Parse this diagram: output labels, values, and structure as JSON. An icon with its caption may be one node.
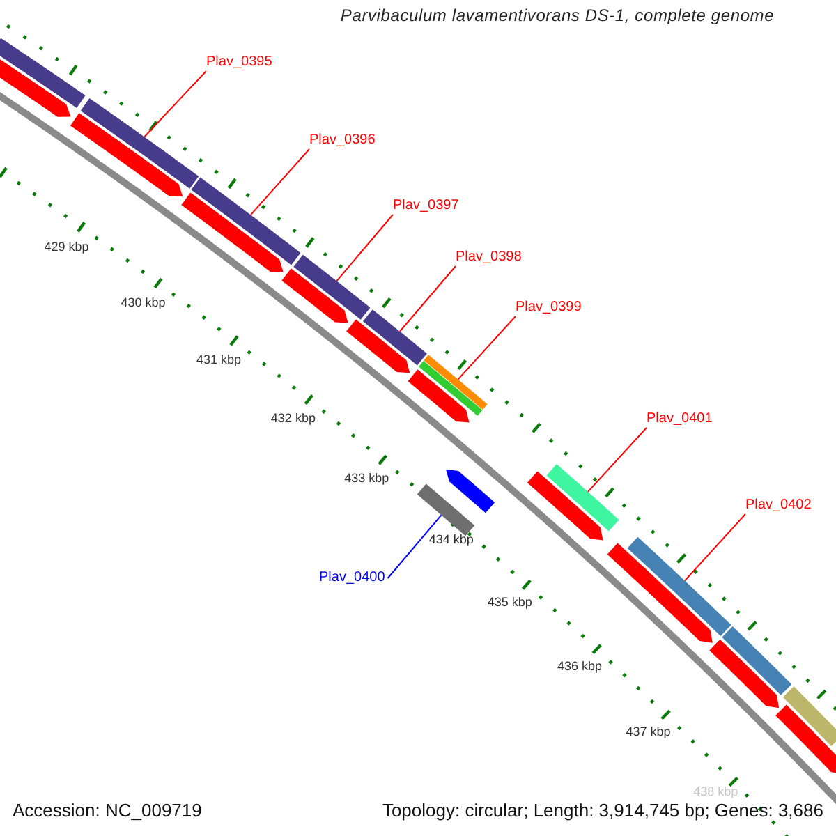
{
  "diagram": {
    "title": "Parvibaculum lavamentivorans DS-1, complete genome",
    "nodes": [
      {
        "text": [
          "Plav_0395"
        ]
      },
      {
        "text": [
          "Plav_0396"
        ]
      },
      {
        "text": [
          "Plav_0397"
        ]
      },
      {
        "text": [
          "Plav_0398"
        ]
      },
      {
        "text": [
          "Plav_0399"
        ]
      },
      {
        "text": [
          "Plav_0400"
        ]
      },
      {
        "text": [
          "Plav_0401"
        ]
      },
      {
        "text": [
          "Plav_0402"
        ]
      },
      {
        "text": [],
        "shape": "bar"
      },
      {
        "text": [],
        "shape": "bar"
      },
      {
        "text": [],
        "shape": "bar"
      },
      {
        "text": [],
        "shape": "bar"
      },
      {
        "text": [],
        "shape": "bar"
      },
      {
        "text": [],
        "shape": "bar"
      },
      {
        "text": [],
        "shape": "bar"
      },
      {
        "text": [],
        "shape": "bar"
      },
      {
        "text": [],
        "shape": "bar"
      },
      {
        "text": [],
        "shape": "bar"
      },
      {
        "text": [],
        "shape": "bar"
      },
      {
        "text": [],
        "shape": "bar"
      },
      {
        "text": [],
        "shape": "bar"
      },
      {
        "text": [],
        "shape": "bar"
      },
      {
        "text": [],
        "shape": "bar"
      },
      {
        "text": [],
        "shape": "bar"
      },
      {
        "text": [],
        "shape": "bar"
      },
      {
        "text": [],
        "shape": "bar"
      },
      {
        "text": [],
        "shape": "bar"
      },
      {
        "text": [],
        "shape": "bar"
      },
      {
        "text": [],
        "shape": "bar"
      },
      {
        "text": [],
        "shape": "bar"
      }
    ],
    "edges": [
      {
        "from": 0,
        "to": 8,
        "arrow": "none"
      },
      {
        "from": 1,
        "to": 9,
        "arrow": "none"
      },
      {
        "from": 2,
        "to": 10,
        "arrow": "none"
      },
      {
        "from": 3,
        "to": 11,
        "arrow": "none"
      },
      {
        "from": 4,
        "to": 12,
        "arrow": "none"
      },
      {
        "from": 5,
        "to": 13,
        "arrow": "none",
        "color": "#0000ff"
      },
      {
        "from": 6,
        "to": 14,
        "arrow": "none"
      },
      {
        "from": 7,
        "to": 15,
        "arrow": "none"
      }
    ],
    "labels": [
      "429 kbp",
      "430 kbp",
      "431 kbp",
      "432 kbp",
      "433 kbp",
      "434 kbp",
      "435 kbp",
      "436 kbp",
      "437 kbp",
      "438 kbp",
      "Accession: NC_009719",
      "Topology: circular; Length: 3,914,745 bp; Genes: 3,686"
    ]
  }
}
